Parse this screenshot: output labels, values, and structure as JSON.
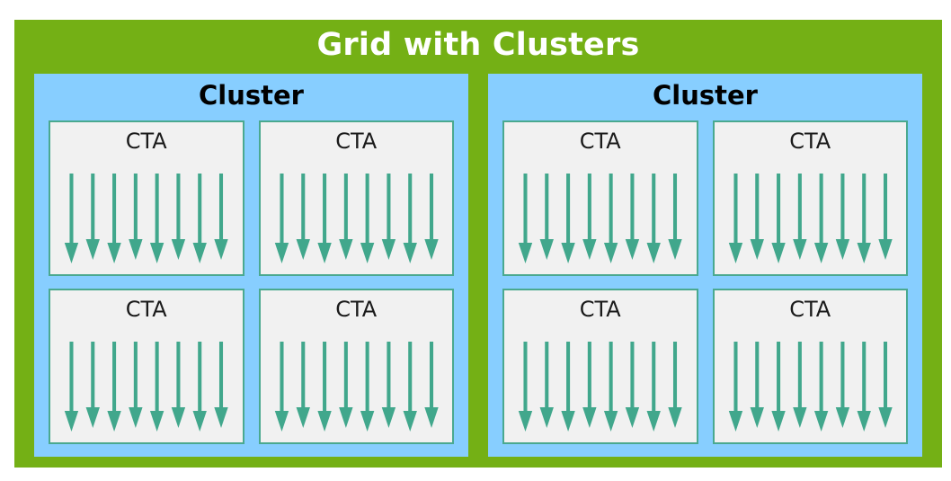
{
  "diagram": {
    "type": "block-diagram",
    "title": "Grid with Clusters",
    "colors": {
      "grid_background": "#74b015",
      "grid_title_text": "#ffffff",
      "cluster_background": "#87ceff",
      "cluster_title_text": "#000000",
      "cta_background": "#f1f1f1",
      "cta_border": "#4aa98f",
      "cta_label_text": "#1a1a1a",
      "thread_arrow": "#41a78c",
      "page_background": "#ffffff"
    },
    "clusters": [
      {
        "label": "Cluster",
        "ctas": [
          {
            "label": "CTA",
            "thread_count": 8
          },
          {
            "label": "CTA",
            "thread_count": 8
          },
          {
            "label": "CTA",
            "thread_count": 8
          },
          {
            "label": "CTA",
            "thread_count": 8
          }
        ]
      },
      {
        "label": "Cluster",
        "ctas": [
          {
            "label": "CTA",
            "thread_count": 8
          },
          {
            "label": "CTA",
            "thread_count": 8
          },
          {
            "label": "CTA",
            "thread_count": 8
          },
          {
            "label": "CTA",
            "thread_count": 8
          }
        ]
      }
    ],
    "legend_note": {
      "arrow_meaning": "thread",
      "arrow_direction": "down"
    }
  }
}
